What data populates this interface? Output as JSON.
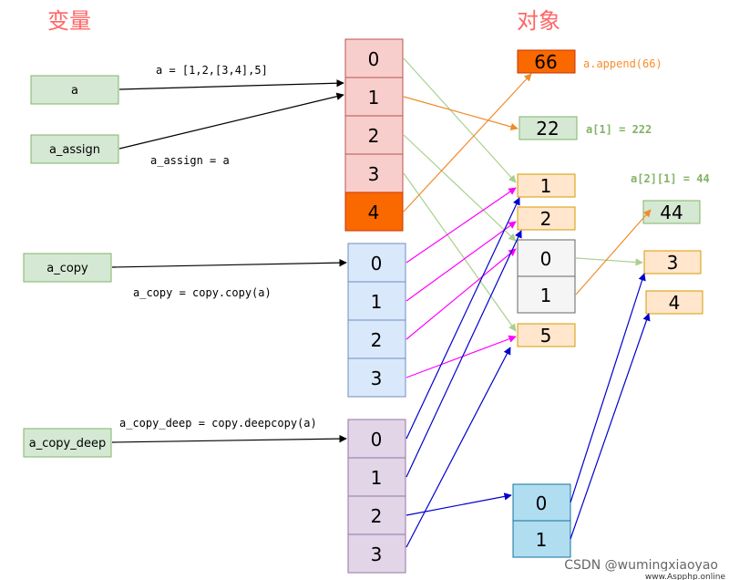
{
  "headings": {
    "variables": "变量",
    "objects": "对象"
  },
  "variables": {
    "a": "a",
    "a_assign": "a_assign",
    "a_copy": "a_copy",
    "a_copy_deep": "a_copy_deep"
  },
  "code_labels": {
    "a_def": "a = [1,2,[3,4],5]",
    "a_assign_def": "a_assign = a",
    "a_copy_def": "a_copy = copy.copy(a)",
    "a_copy_deep_def": "a_copy_deep = copy.deepcopy(a)"
  },
  "list_a": [
    "0",
    "1",
    "2",
    "3",
    "4"
  ],
  "list_copy": [
    "0",
    "1",
    "2",
    "3"
  ],
  "list_deep": [
    "0",
    "1",
    "2",
    "3"
  ],
  "inner_list": [
    "0",
    "1"
  ],
  "deep_inner_list": [
    "0",
    "1"
  ],
  "objects": {
    "v66": "66",
    "v22": "22",
    "v1": "1",
    "v2": "2",
    "v5": "5",
    "v44": "44",
    "v3": "3",
    "v4": "4"
  },
  "annotations": {
    "append": "a.append(66)",
    "set_a1": "a[1] = 222",
    "set_a21": "a[2][1] = 44"
  },
  "watermark": {
    "csdn": "CSDN @wumingxiaoyao",
    "site": "www.Aspphp.online"
  },
  "colors": {
    "heading": "#ff6666",
    "var_fill": "#d5e8d4",
    "var_stroke": "#82b366",
    "list_a_fill": "#f8cecc",
    "list_a_stroke": "#b85450",
    "orange": "#fa6800",
    "copy_fill": "#dae8fc",
    "copy_stroke": "#6c8ebf",
    "deep_fill": "#e1d5e7",
    "deep_stroke": "#9673a6",
    "obj_fill": "#ffe6cc",
    "obj_stroke": "#d79b00",
    "gray_fill": "#f5f5f5",
    "gray_stroke": "#666666",
    "cyan_fill": "#b1ddf0",
    "cyan_stroke": "#10739e",
    "green_text": "#82b366",
    "orange_text": "#fa8c2a"
  }
}
